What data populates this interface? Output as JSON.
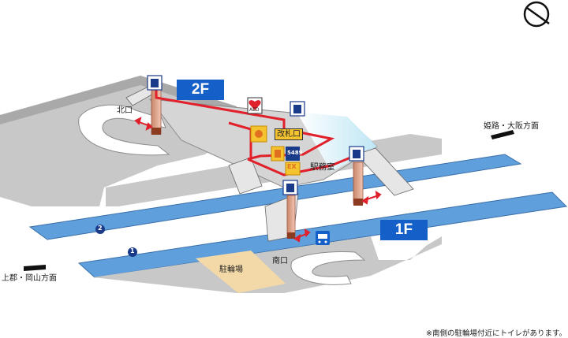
{
  "floors": {
    "upper": "2F",
    "lower": "1F"
  },
  "directions": {
    "east": "姫路・大阪方面",
    "west": "上郡・岡山方面"
  },
  "exits": {
    "north": "北口",
    "south": "南口"
  },
  "facilities": {
    "ticket_gate": "改札口",
    "station_office": "駅務室",
    "bicycle_parking": "駐輪場",
    "aed": "AED",
    "ticket_machine_code": "5489",
    "ex_label": "EX"
  },
  "platforms": {
    "track1": "1",
    "track2": "2"
  },
  "footnote": "※南側の駐輪場付近にトイレがあります。",
  "colors": {
    "ground": "#c8c8c8",
    "ground_dark": "#a9a9a9",
    "track": "#5f9fdc",
    "route": "#e0202a",
    "floor_badge": "#1560c8",
    "parking": "#f4d9a8",
    "concourse": "#bfe6f5"
  }
}
